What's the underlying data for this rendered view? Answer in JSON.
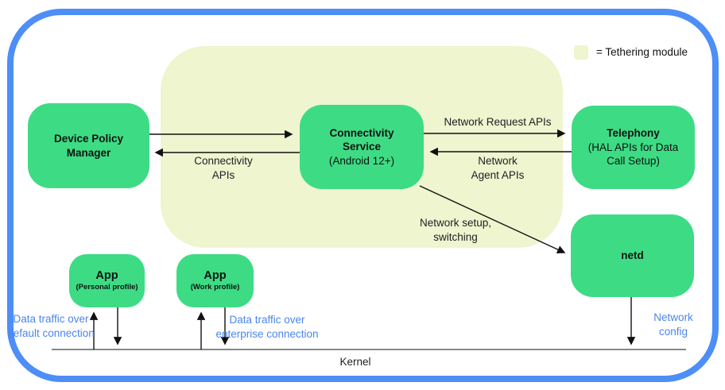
{
  "legend": {
    "label": "= Tethering module"
  },
  "nodes": {
    "device_policy_manager": {
      "title": "Device Policy\nManager"
    },
    "connectivity_service": {
      "title": "Connectivity\nService",
      "subtitle": "(Android 12+)"
    },
    "telephony": {
      "title": "Telephony",
      "subtitle": "(HAL APIs for Data\nCall Setup)"
    },
    "netd": {
      "title": "netd"
    },
    "app_personal": {
      "title": "App",
      "subtitle": "(Personal profile)"
    },
    "app_work": {
      "title": "App",
      "subtitle": "(Work profile)"
    }
  },
  "edge_labels": {
    "connectivity_apis": "Connectivity\nAPIs",
    "network_request_apis": "Network Request APIs",
    "network_agent_apis": "Network\nAgent APIs",
    "network_setup_switching": "Network setup,\nswitching",
    "data_traffic_default": "Data traffic over\ndefault connection",
    "data_traffic_enterprise": "Data traffic over\nenterprise connection",
    "network_config": "Network\nconfig"
  },
  "kernel_label": "Kernel",
  "colors": {
    "border_blue": "#4d8ef7",
    "node_green": "#3ddc84",
    "tethering_bg": "#eef5cf",
    "label_blue": "#4a86ee",
    "ink": "#111111"
  }
}
